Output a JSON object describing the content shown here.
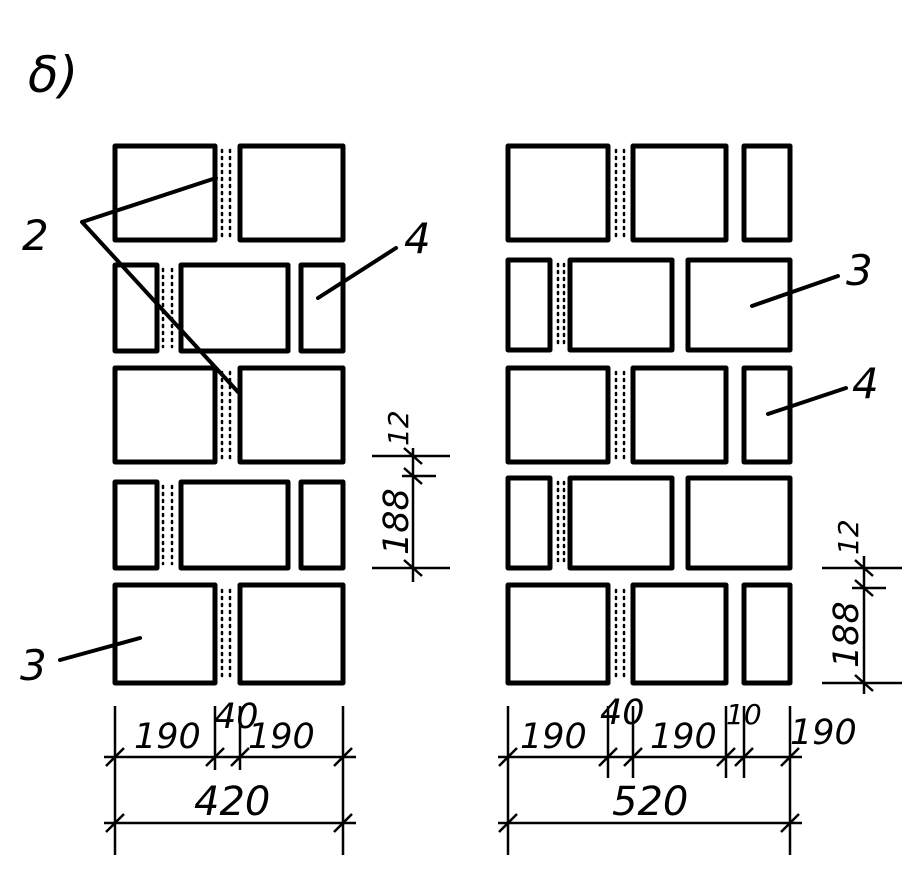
{
  "figure_label": "δ)",
  "callouts": {
    "left": [
      "2",
      "4",
      "3"
    ],
    "right": [
      "3",
      "4"
    ]
  },
  "dimensions": {
    "left": {
      "widths": [
        "190",
        "40",
        "190"
      ],
      "total": "420",
      "heights": [
        "12",
        "188"
      ]
    },
    "right": {
      "widths": [
        "190",
        "40",
        "190",
        "10",
        "190"
      ],
      "total": "520",
      "heights": [
        "12",
        "188"
      ]
    }
  }
}
